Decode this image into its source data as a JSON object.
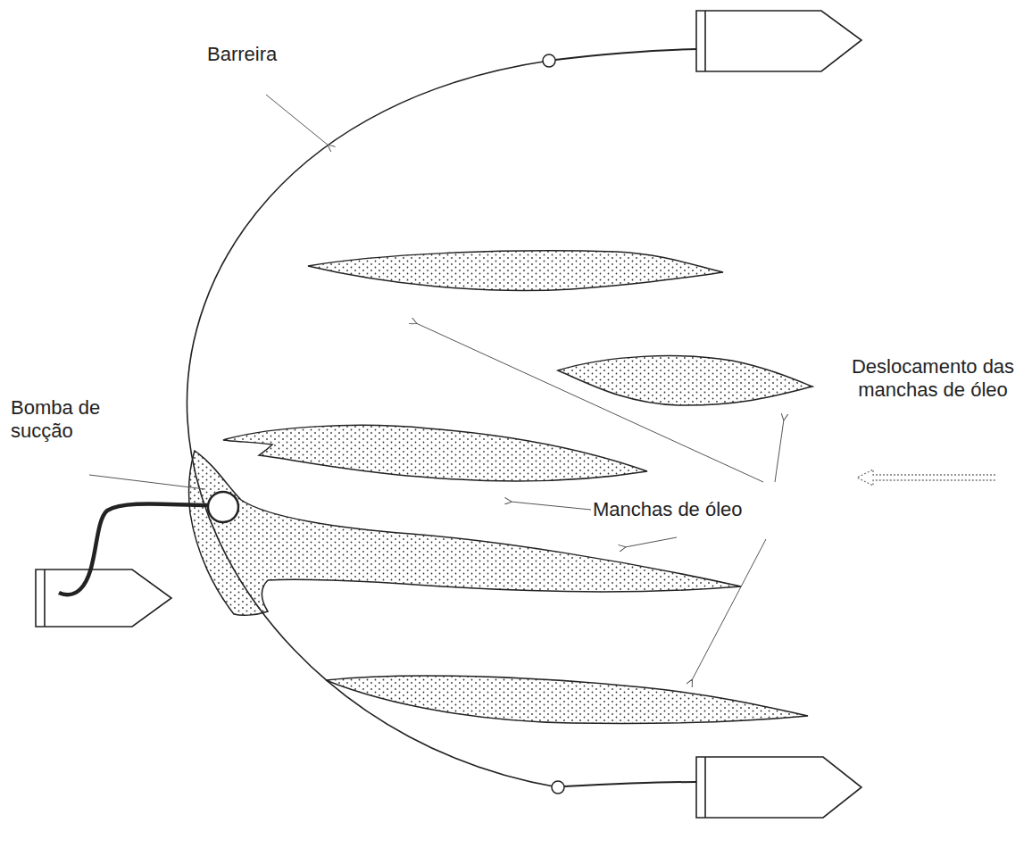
{
  "diagram": {
    "labels": [
      "Barreira",
      "Bomba de sucção",
      "Manchas de óleo",
      "Deslocamento das manchas de óleo"
    ]
  }
}
